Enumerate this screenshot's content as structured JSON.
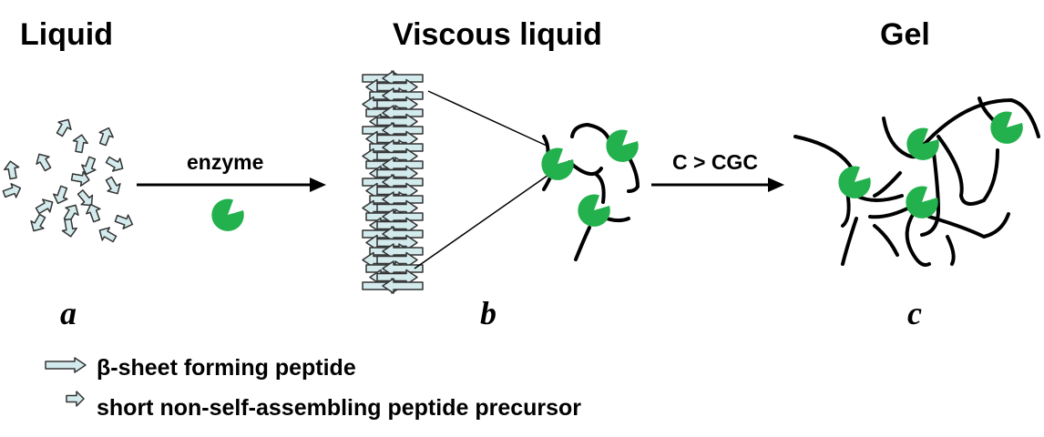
{
  "stages": {
    "liquid": "Liquid",
    "viscous": "Viscous liquid",
    "gel": "Gel"
  },
  "steps": {
    "enzyme": "enzyme",
    "cgc": "C > CGC"
  },
  "panels": {
    "a": "a",
    "b": "b",
    "c": "c"
  },
  "legend": {
    "beta_sheet": "β-sheet forming peptide",
    "precursor": "short non-self-assembling peptide precursor"
  },
  "colors": {
    "enzyme": "#22b14c",
    "peptide_fill": "#d4ebee",
    "peptide_stroke": "#333333"
  },
  "icons": {
    "enzyme": "pacman-enzyme-icon",
    "peptide": "block-arrow-icon"
  }
}
